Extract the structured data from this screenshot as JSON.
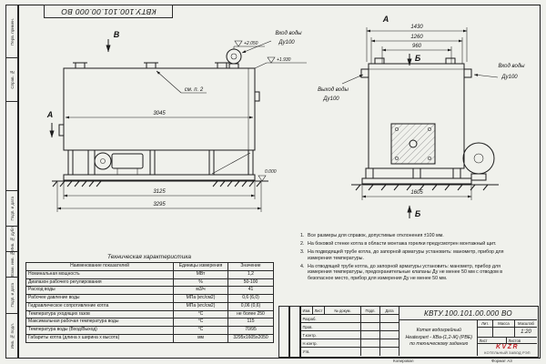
{
  "sheet": {
    "doc_number_top": "КВТУ.100.101.00.000 ВО",
    "format_note": "Формат А3",
    "copied_label": "Копировал"
  },
  "margin_labels": [
    "Перв. примен.",
    "Справ. №",
    "Подп. и дата",
    "Инв. № дубл.",
    "Взам. инв. №",
    "Подп. и дата",
    "Инв. № подл."
  ],
  "side_view": {
    "view_label_b": "В",
    "section_label_a": "А",
    "see_note": "см. п. 2",
    "inlet_line1": "Вход воды",
    "inlet_line2": "Ду100",
    "level_top": "+2.050",
    "level_mid": "+1.930",
    "level_zero": "0.000",
    "dim_body": "3045",
    "dim_frame": "3125",
    "dim_total": "3295"
  },
  "front_view": {
    "view_label": "А",
    "section_label_top": "Б",
    "section_label_bottom": "Б",
    "outlet_line1": "Выход воды",
    "outlet_line2": "Ду100",
    "inlet_line1": "Вход воды",
    "inlet_line2": "Ду100",
    "dim_1": "1430",
    "dim_2": "1260",
    "dim_3": "960",
    "dim_base": "1605"
  },
  "notes": [
    {
      "num": "1.",
      "text": "Все размеры для справок, допустимые отклонения ±100 мм."
    },
    {
      "num": "2.",
      "text": "На боковой стенке котла в области монтажа горелки предусмотрен монтажный щит."
    },
    {
      "num": "3.",
      "text": "На подводящей трубе котла, до запорной арматуры установить: манометр, прибор для измерения температуры."
    },
    {
      "num": "4.",
      "text": "На отводящей трубе котла, до запорной арматуры установить: манометр, прибор для измерения температуры, предохранительные клапаны Ду не менее 50 мм с отводом в безопасное место, прибор для измерения Ду не менее 50 мм."
    }
  ],
  "tech_table": {
    "title": "Техническая характеристика",
    "headers": [
      "Наименование показателей",
      "Единицы измерения",
      "Значение"
    ],
    "rows": [
      [
        "Номинальная мощность",
        "МВт",
        "1,2"
      ],
      [
        "Диапазон рабочего регулирования",
        "%",
        "50-100"
      ],
      [
        "Расход воды",
        "м3/ч",
        "41"
      ],
      [
        "Рабочее давление воды",
        "МПа (кгс/см2)",
        "0,6 (6,0)"
      ],
      [
        "Гидравлическое сопротивление котла",
        "МПа (кгс/см2)",
        "0,06 (0,6)"
      ],
      [
        "Температура уходящих газов",
        "°С",
        "не более 250"
      ],
      [
        "Максимальная рабочая температура воды",
        "°С",
        "115"
      ],
      [
        "Температура воды (Вход/Выход)",
        "°С",
        "70/95"
      ],
      [
        "Габариты котла (длина х ширина х высота)",
        "мм",
        "3295х1605х2050"
      ]
    ]
  },
  "title_block": {
    "doc_number": "КВТУ.100.101.00.000 ВО",
    "product_line1": "Котел водогрейный",
    "product_line2": "Heatexpert - КВа-(1,2-Ж) (РВЕ)",
    "product_line3": "по техническому заданию",
    "headers": {
      "izm": "Изм.",
      "list": "Лист",
      "doc": "№ докум.",
      "podp": "Подп.",
      "data": "Дата"
    },
    "rows": [
      "Разраб.",
      "Пров.",
      "Т.контр.",
      "Н.контр.",
      "Утв."
    ],
    "lit": "Лит.",
    "mass": "Масса",
    "scale": "Масштаб",
    "scale_value": "1:20",
    "sheet": "Лист",
    "sheets": "Листов",
    "logo": "KVZR",
    "company1": "КОТЕЛЬНЫЙ",
    "company2": "ЗАВОД РЭП",
    "logo_color": "#c22026"
  }
}
